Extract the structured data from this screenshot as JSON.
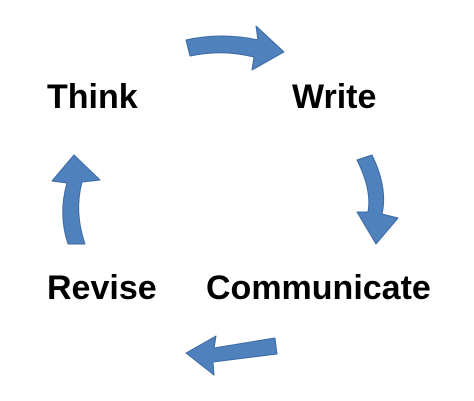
{
  "stages": [
    {
      "id": "think",
      "label": "Think"
    },
    {
      "id": "write",
      "label": "Write"
    },
    {
      "id": "communicate",
      "label": "Communicate"
    },
    {
      "id": "revise",
      "label": "Revise"
    }
  ],
  "colors": {
    "text": "#000000",
    "arrow_fill": "#4f81bd",
    "arrow_stroke": "#3c6aa3",
    "background": "#ffffff"
  },
  "arrows": [
    {
      "from": "think",
      "to": "write",
      "icon": "curved-arrow-right-icon"
    },
    {
      "from": "write",
      "to": "communicate",
      "icon": "curved-arrow-down-icon"
    },
    {
      "from": "communicate",
      "to": "revise",
      "icon": "curved-arrow-left-icon"
    },
    {
      "from": "revise",
      "to": "think",
      "icon": "curved-arrow-up-icon"
    }
  ]
}
